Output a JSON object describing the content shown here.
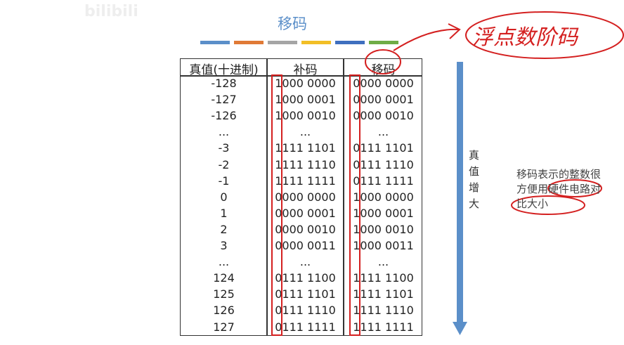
{
  "watermark": "bilibili",
  "slide": {
    "title": "移码",
    "bar_colors": [
      "#5b8fc9",
      "#e07a36",
      "#a5a5a5",
      "#f2bf26",
      "#3f6fbf",
      "#6fac46"
    ],
    "headers": [
      "真值(十进制)",
      "补码",
      "移码"
    ],
    "rows": [
      [
        "-128",
        "1000 0000",
        "0000 0000"
      ],
      [
        "-127",
        "1000 0001",
        "0000 0001"
      ],
      [
        "-126",
        "1000 0010",
        "0000 0010"
      ],
      [
        "...",
        "...",
        "..."
      ],
      [
        "-3",
        "1111 1101",
        "0111 1101"
      ],
      [
        "-2",
        "1111 1110",
        "0111 1110"
      ],
      [
        "-1",
        "1111 1111",
        "0111 1111"
      ],
      [
        "0",
        "0000 0000",
        "1000 0000"
      ],
      [
        "1",
        "0000 0001",
        "1000 0001"
      ],
      [
        "2",
        "0000 0010",
        "1000 0010"
      ],
      [
        "3",
        "0000 0011",
        "1000 0011"
      ],
      [
        "...",
        "...",
        "..."
      ],
      [
        "124",
        "0111 1100",
        "1111 1100"
      ],
      [
        "125",
        "0111 1101",
        "1111 1101"
      ],
      [
        "126",
        "0111 1110",
        "1111 1110"
      ],
      [
        "127",
        "0111 1111",
        "1111 1111"
      ]
    ],
    "arrow_label": "真值增大",
    "note": "移码表示的整数很方便用硬件电路对比大小"
  },
  "annotation": {
    "handwritten": "浮点数阶码",
    "color": "#d42020"
  }
}
